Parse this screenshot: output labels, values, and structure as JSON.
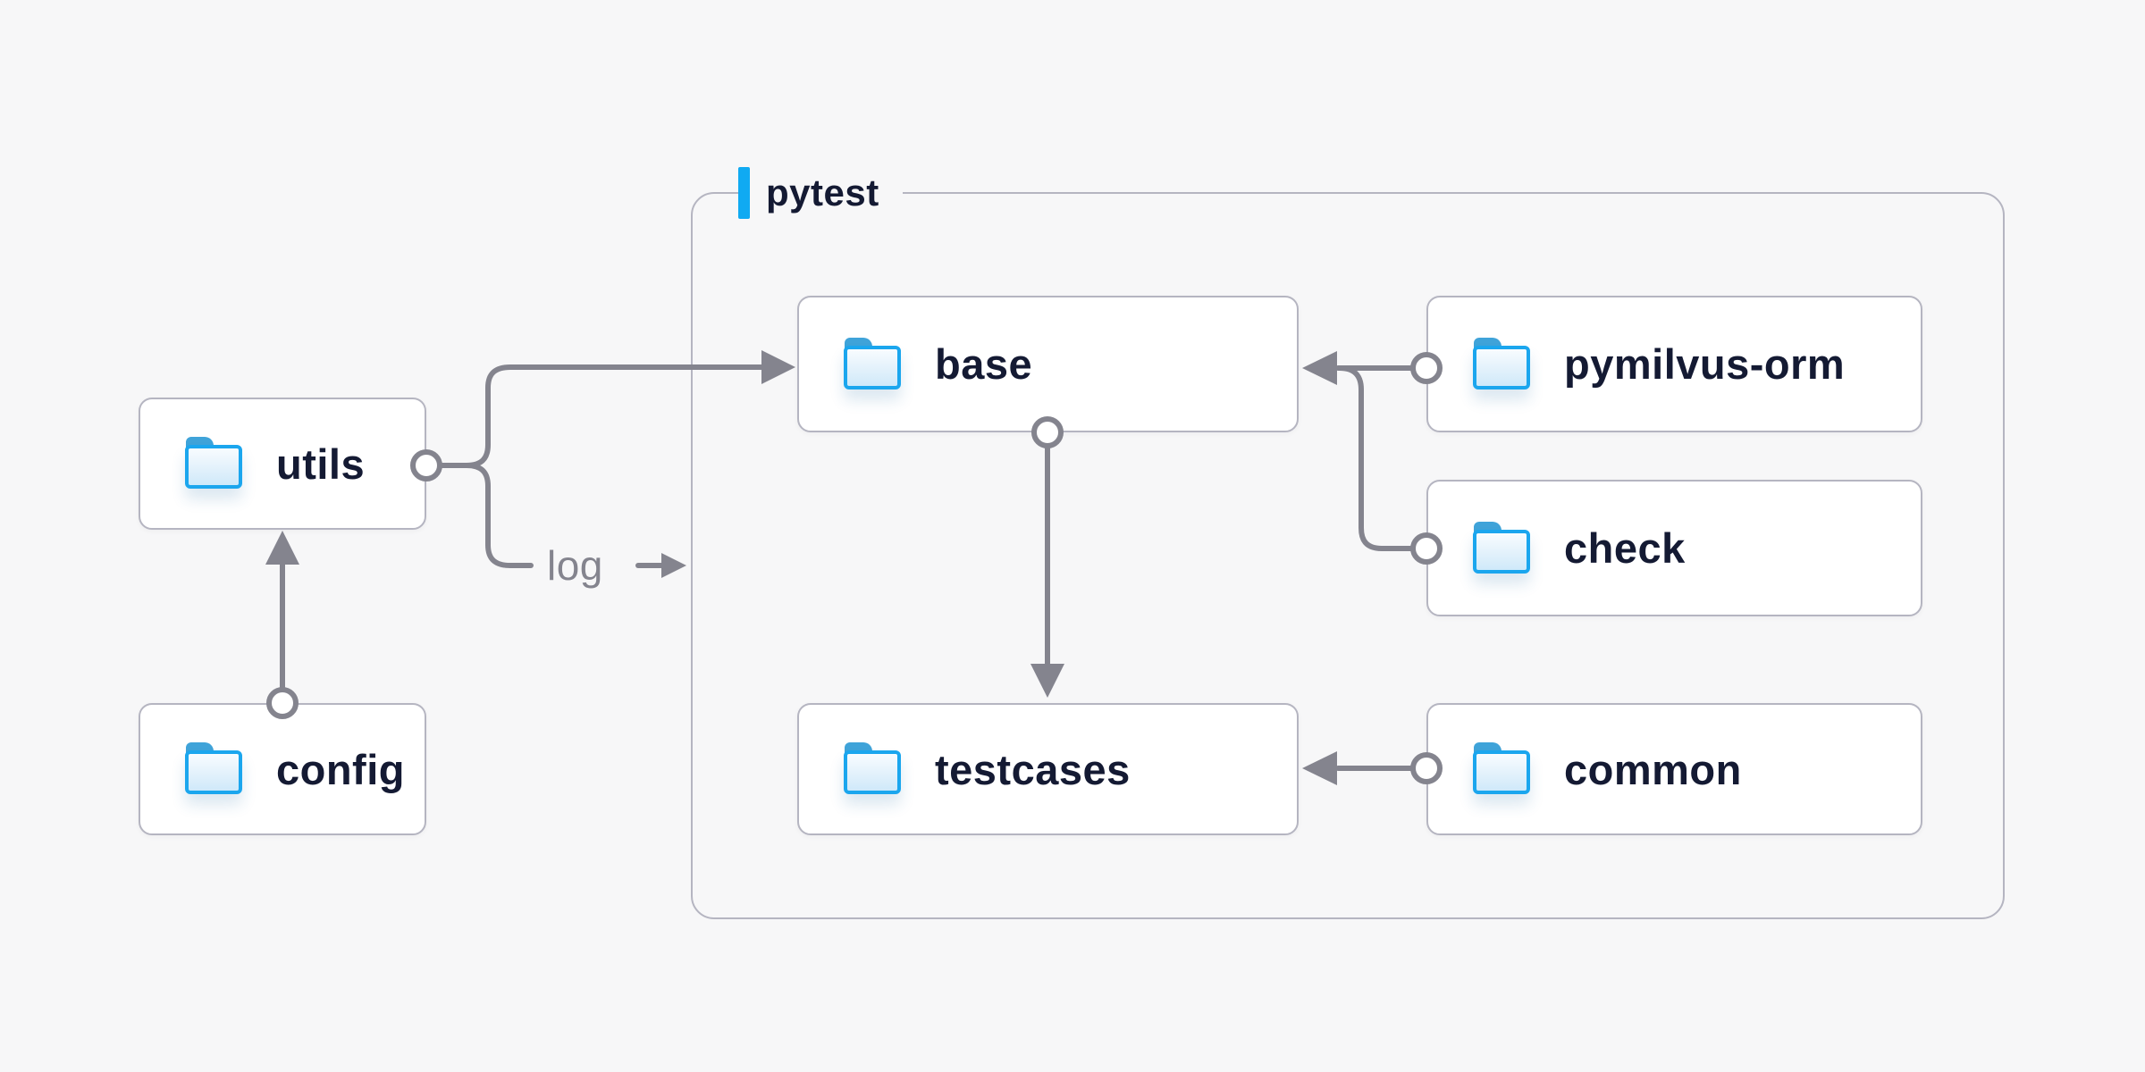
{
  "colors": {
    "bg": "#f7f7f8",
    "border": "#b5b5c1",
    "line": "#84848e",
    "text": "#141a33",
    "accent": "#10aaf2",
    "folder_stroke": "#1ba6ee",
    "folder_tab": "#3fa3d9"
  },
  "diagram": {
    "container": {
      "label": "pytest"
    },
    "nodes": [
      {
        "id": "utils",
        "label": "utils",
        "icon": "folder"
      },
      {
        "id": "config",
        "label": "config",
        "icon": "folder"
      },
      {
        "id": "base",
        "label": "base",
        "icon": "folder"
      },
      {
        "id": "pymilvus-orm",
        "label": "pymilvus-orm",
        "icon": "folder"
      },
      {
        "id": "check",
        "label": "check",
        "icon": "folder"
      },
      {
        "id": "testcases",
        "label": "testcases",
        "icon": "folder"
      },
      {
        "id": "common",
        "label": "common",
        "icon": "folder"
      }
    ],
    "edges": [
      {
        "from": "config",
        "to": "utils"
      },
      {
        "from": "utils",
        "to": "base"
      },
      {
        "from": "utils",
        "to": "pytest",
        "label": "log"
      },
      {
        "from": "pymilvus-orm",
        "to": "base"
      },
      {
        "from": "check",
        "to": "base"
      },
      {
        "from": "base",
        "to": "testcases"
      },
      {
        "from": "common",
        "to": "testcases"
      }
    ],
    "edge_labels": {
      "log": "log"
    }
  }
}
